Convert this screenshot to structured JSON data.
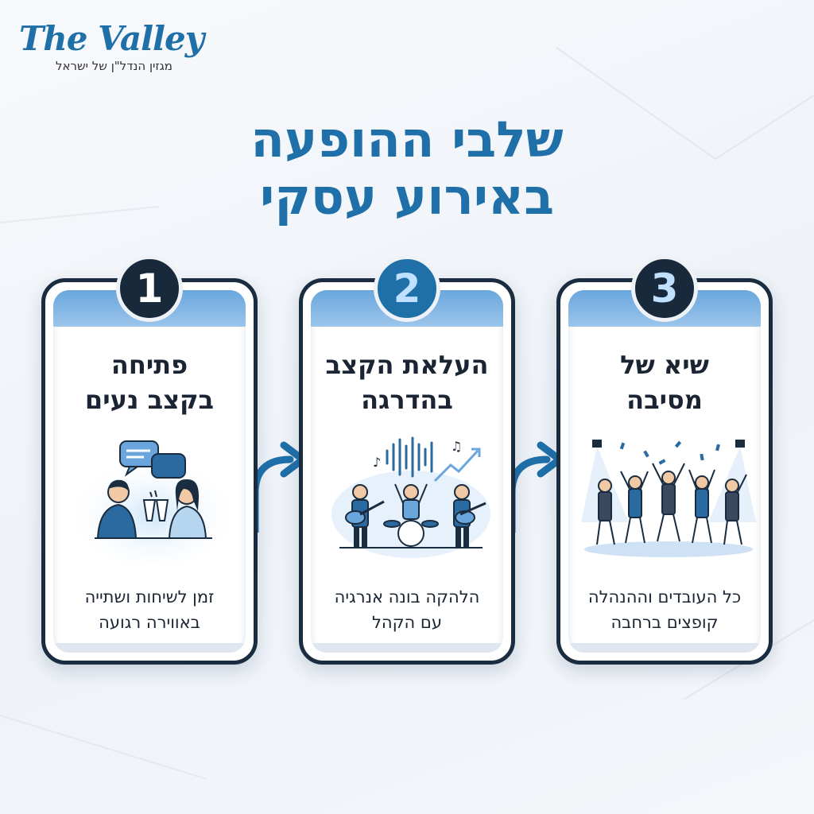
{
  "brand": {
    "name": "The Valley",
    "tagline": "מגזין הנדל\"ן של ישראל"
  },
  "title": {
    "line1": "שלבי  ההופעה",
    "line2": "באירוע עסקי"
  },
  "steps": [
    {
      "number": "1",
      "title_line1": "פתיחה",
      "title_line2": "בקצב נעים",
      "text_line1": "זמן לשיחות ושתייה",
      "text_line2": "באווירה רגועה",
      "icon": "toast-conversation-icon"
    },
    {
      "number": "2",
      "title_line1": "העלאת הקצב",
      "title_line2": "בהדרגה",
      "text_line1": "הלהקה בונה אנרגיה",
      "text_line2": "עם הקהל",
      "icon": "live-band-icon"
    },
    {
      "number": "3",
      "title_line1": "שיא של",
      "title_line2": "מסיבה",
      "text_line1": "כל העובדים וההנהלה",
      "text_line2": "קופצים ברחבה",
      "icon": "dancing-crowd-icon"
    }
  ],
  "colors": {
    "brand_blue": "#1f6fa8",
    "dark_navy": "#17293b",
    "band_blue": "#6aa6dc"
  }
}
